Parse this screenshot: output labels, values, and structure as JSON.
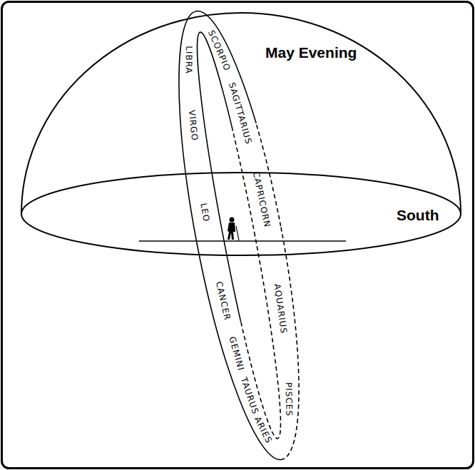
{
  "diagram": {
    "nodes": [
      {
        "text": [
          "LIBRA",
          "VIRGO",
          "LEO",
          "CANCER",
          "GEMINI",
          "TAURUS",
          "ARIES",
          "SCORPIO",
          "SAGITTARIUS",
          "CAPRICORN",
          "AQUARIUS",
          "PISCES"
        ]
      }
    ],
    "labels": [
      "May Evening",
      "South"
    ]
  }
}
